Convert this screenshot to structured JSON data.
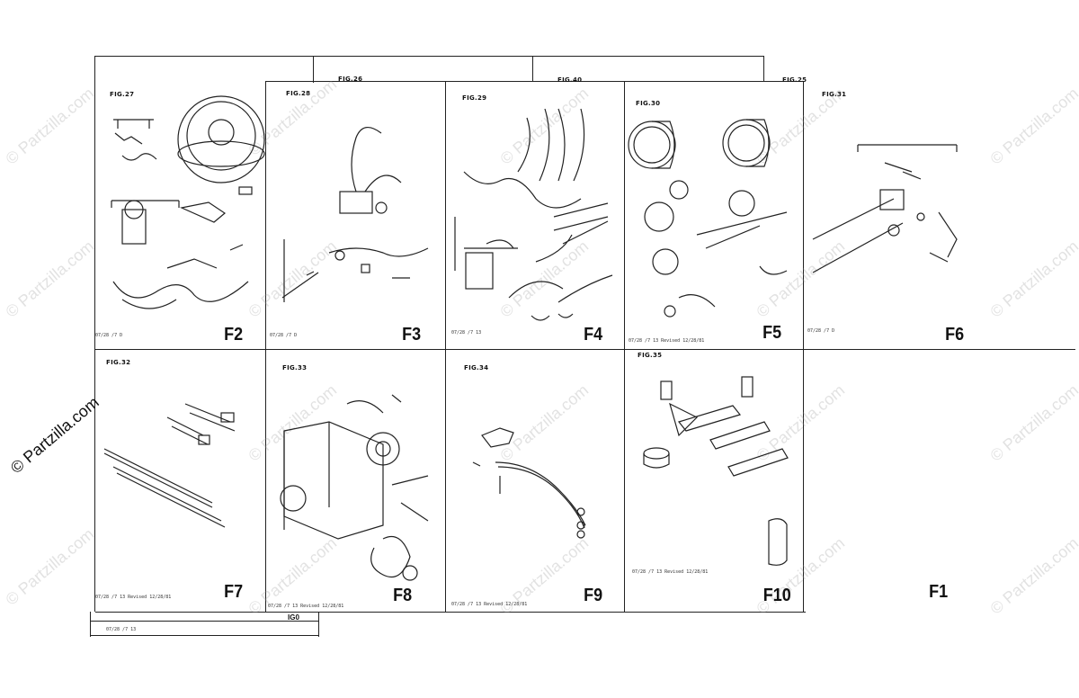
{
  "watermark": {
    "text": "© Partzilla.com",
    "prominent_text": "© Partzilla.com"
  },
  "panels": [
    {
      "fig": "FIG.27",
      "code": "F2",
      "foot": "07/28 /7 D"
    },
    {
      "fig": "FIG.28",
      "code": "F3",
      "foot": "07/28 /7 D"
    },
    {
      "fig": "FIG.29",
      "code": "F4",
      "foot": "07/28 /7 13"
    },
    {
      "fig": "FIG.30",
      "code": "F5",
      "foot": "07/28 /7 13  Revised 12/28/81"
    },
    {
      "fig": "FIG.31",
      "code": "F6",
      "foot": "07/28 /7 D"
    },
    {
      "fig": "FIG.32",
      "code": "F7",
      "foot": "07/28 /7 13  Revised 12/28/81"
    },
    {
      "fig": "FIG.33",
      "code": "F8",
      "foot": "07/28 /7 13  Revised 12/28/81"
    },
    {
      "fig": "FIG.34",
      "code": "F9",
      "foot": "07/28 /7 13  Revised 12/28/81"
    },
    {
      "fig": "FIG.35",
      "code": "F10",
      "foot": "07/28 /7 13  Revised 12/28/81"
    },
    {
      "fig": "",
      "code": "F1",
      "foot": ""
    }
  ],
  "top_figs": {
    "a": "FIG.26",
    "b": "FIG.40",
    "c": "FIG.25"
  },
  "index": {
    "code": "IG0",
    "foot": "07/28 /7 13"
  }
}
